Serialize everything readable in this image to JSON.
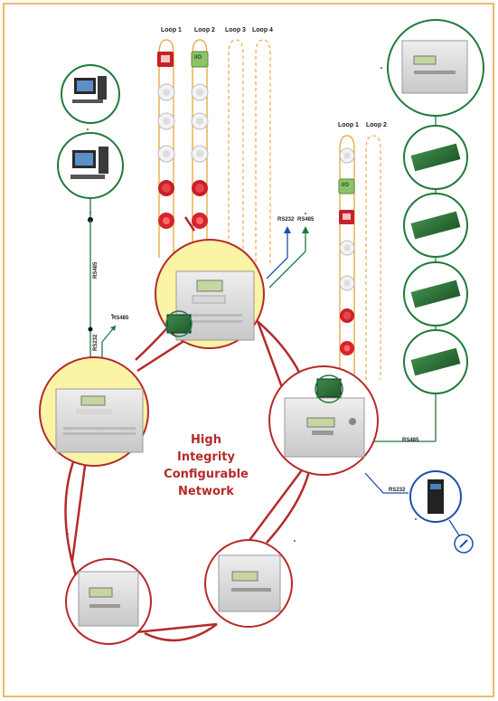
{
  "title": {
    "line1": "High",
    "line2": "Integrity",
    "line3": "Configurable",
    "line4": "Network"
  },
  "loops": {
    "panel_a": [
      "Loop 1",
      "Loop 2",
      "Loop 3",
      "Loop 4"
    ],
    "panel_b": [
      "Loop 1",
      "Loop 2"
    ]
  },
  "links": {
    "rs485_pc": "RS485",
    "rs232_left": "RS232",
    "rs485_left": "RS485",
    "rs232_top": "RS232",
    "rs485_top": "RS485",
    "rs485_right": "RS485",
    "rs232_right": "RS232"
  },
  "device_labels": {
    "io": "I/O"
  },
  "colors": {
    "ring": "#b52a2a",
    "panel_fill": "#fbf3a6",
    "green_link": "#1f7a3c",
    "blue_link": "#1f4fa8",
    "loop_orange": "#e8a437",
    "frame": "#e8a437"
  }
}
